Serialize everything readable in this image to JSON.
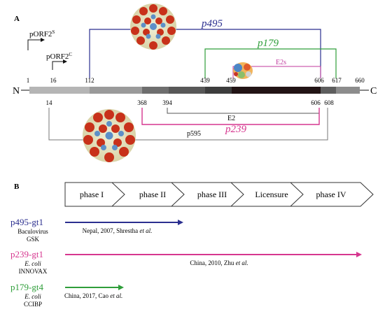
{
  "panel_a": {
    "label": "A",
    "n_term": "N",
    "c_term": "C",
    "promoters": [
      {
        "text": "pORF2",
        "sup": "S"
      },
      {
        "text": "pORF2",
        "sup": "C"
      }
    ],
    "positions_top": [
      "1",
      "16",
      "112",
      "439",
      "459",
      "606",
      "617",
      "660"
    ],
    "positions_bottom": [
      "14",
      "368",
      "394",
      "606",
      "608"
    ],
    "fragments": {
      "p495": "p495",
      "p179": "p179",
      "e2s": "E2s",
      "e2": "E2",
      "p239": "p239",
      "p595": "p595"
    },
    "colors": {
      "p495": "#2b2f8f",
      "p179": "#2f9e3a",
      "e2s": "#c03a9e",
      "p239": "#d6368f",
      "p595": "#777777"
    }
  },
  "panel_b": {
    "label": "B",
    "phases": [
      "phase I",
      "phase II",
      "phase III",
      "Licensure",
      "phase IV"
    ],
    "vaccines": [
      {
        "name": "p495-gt1",
        "system": "Baculovirus",
        "maker": "GSK",
        "note": "Nepal, 2007, Shrestha et al.",
        "color": "#2b2f8f",
        "reached_phase": "phase II"
      },
      {
        "name": "p239-gt1",
        "system": "E. coli",
        "maker": "INNOVAX",
        "note": "China, 2010, Zhu et al.",
        "color": "#d6368f",
        "reached_phase": "phase IV"
      },
      {
        "name": "p179-gt4",
        "system": "E. coli",
        "maker": "CCIBP",
        "note": "China, 2017, Cao et al.",
        "color": "#2f9e3a",
        "reached_phase": "phase I"
      }
    ]
  }
}
